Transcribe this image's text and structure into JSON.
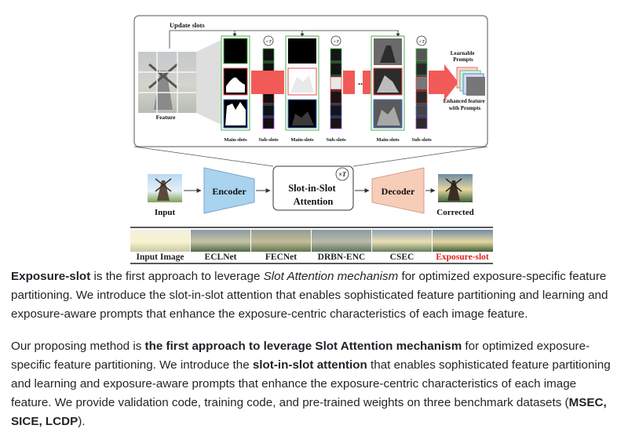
{
  "figure": {
    "update_slots": "Update slots",
    "feature": "Feature",
    "main_slots": "Main-slots",
    "sub_slots": "Sub-slots",
    "iter_symbol": "×T",
    "ellipsis": "...",
    "learnable_prompts": "Learnable Prompts",
    "enhanced_feature": "Enhanced feature with Prompts",
    "input": "Input",
    "encoder": "Encoder",
    "slot_attention": "Slot-in-Slot Attention",
    "decoder": "Decoder",
    "corrected": "Corrected",
    "comparison_labels": [
      "Input Image",
      "ECLNet",
      "FECNet",
      "DRBN-ENC",
      "CSEC",
      "Exposure-slot"
    ],
    "colors": {
      "encoder": "#a9d3ef",
      "decoder": "#f6cdb8",
      "arrow_red": "#f25a58",
      "highlight_label": "#e0201b",
      "green_border": "#4caf50"
    }
  },
  "paragraph1": {
    "b1": "Exposure-slot",
    "t1": " is the first approach to leverage ",
    "i1": "Slot Attention mechanism",
    "t2": " for optimized exposure-specific feature partitioning. We introduce the slot-in-slot attention that enables sophisticated feature partitioning and learning and exposure-aware prompts that enhance the exposure-centric characteristics of each image feature."
  },
  "paragraph2": {
    "t1": "Our proposing method is ",
    "b1": "the first approach to leverage Slot Attention mechanism",
    "t2": " for optimized exposure-specific feature partitioning. We introduce the ",
    "b2": "slot-in-slot attention",
    "t3": " that enables sophisticated feature partitioning and learning and exposure-aware prompts that enhance the exposure-centric characteristics of each image feature. We provide validation code, training code, and pre-trained weights on three benchmark datasets (",
    "b3": "MSEC, SICE, LCDP",
    "t4": ")."
  }
}
